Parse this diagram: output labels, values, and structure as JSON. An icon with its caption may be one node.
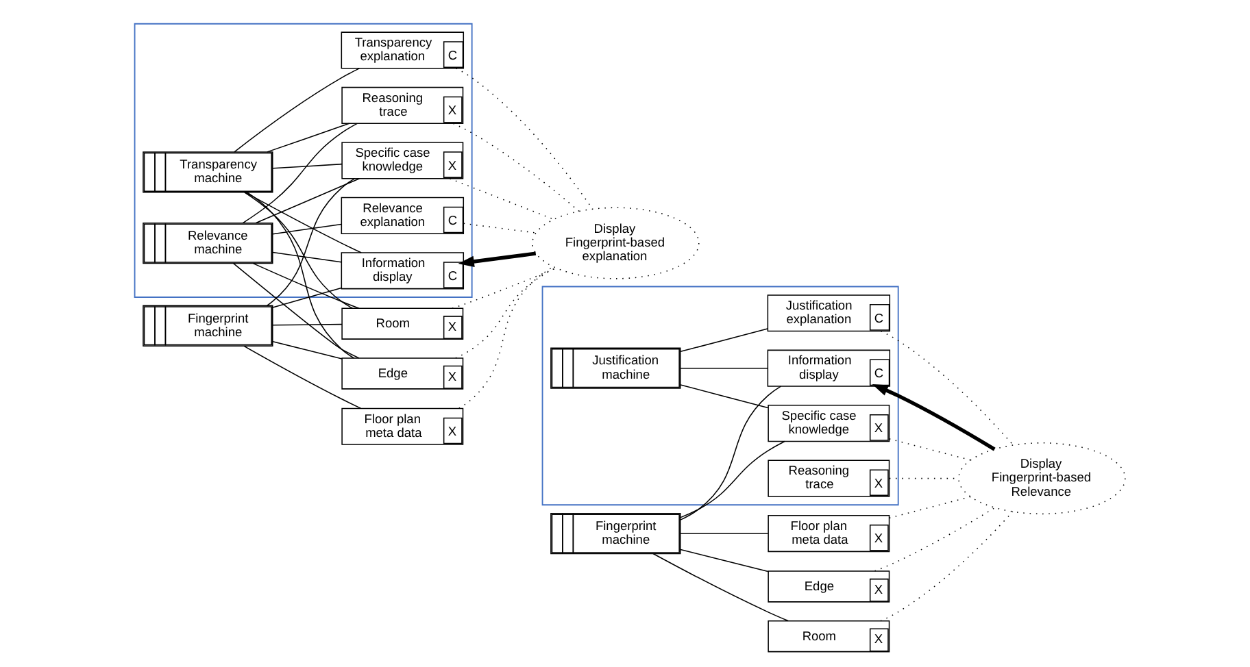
{
  "diagram": {
    "nodes": [
      {
        "text": [
          "Floor plan meta data",
          "X"
        ]
      },
      {
        "text": [
          "Fingerprint machine"
        ]
      },
      {
        "text": [
          "Room",
          "X"
        ]
      },
      {
        "text": [
          "Edge",
          "X"
        ]
      },
      {
        "text": [],
        "shape": "box"
      },
      {
        "text": [
          "Information display",
          "C"
        ],
        "in": 4
      },
      {
        "text": [
          "Specific case knowledge",
          "X"
        ],
        "in": 4
      },
      {
        "text": [
          "Relevance machine"
        ],
        "in": 4
      },
      {
        "text": [
          "Reasoning trace",
          "X"
        ],
        "in": 4
      },
      {
        "text": [
          "Transparency machine"
        ],
        "in": 4
      },
      {
        "text": [
          "Relevance explanation",
          "C"
        ],
        "in": 4
      },
      {
        "text": [
          "Transparency explanation",
          "C"
        ],
        "in": 4
      },
      {
        "text": [
          "Display Fingerprint-based explanation"
        ]
      },
      {
        "text": [
          "Floor plan meta data",
          "X"
        ]
      },
      {
        "text": [
          "Fingerprint machine"
        ]
      },
      {
        "text": [
          "Room",
          "X"
        ]
      },
      {
        "text": [
          "Edge",
          "X"
        ]
      },
      {
        "text": [],
        "shape": "box"
      },
      {
        "text": [
          "Information display",
          "C"
        ],
        "in": 17
      },
      {
        "text": [
          "Specific case knowledge",
          "X"
        ],
        "in": 17
      },
      {
        "text": [
          "Reasoning trace",
          "X"
        ],
        "in": 17
      },
      {
        "text": [
          "Justification machine"
        ],
        "in": 17
      },
      {
        "text": [
          "Justification explanation",
          "C"
        ],
        "in": 17
      },
      {
        "text": [
          "Display Fingerprint-based Relevance"
        ]
      }
    ],
    "edges": [
      {
        "from": 1,
        "to": 0,
        "arrow": "none"
      },
      {
        "from": 1,
        "to": 2,
        "arrow": "none"
      },
      {
        "from": 1,
        "to": 3,
        "arrow": "none"
      },
      {
        "from": 1,
        "to": 5,
        "arrow": "none"
      },
      {
        "from": 1,
        "to": 6,
        "arrow": "none"
      },
      {
        "from": 7,
        "to": 2,
        "arrow": "none"
      },
      {
        "from": 7,
        "to": 3,
        "arrow": "none"
      },
      {
        "from": 7,
        "to": 5,
        "arrow": "none"
      },
      {
        "from": 7,
        "to": 6,
        "arrow": "none"
      },
      {
        "from": 7,
        "to": 8,
        "arrow": "none"
      },
      {
        "from": 7,
        "to": 10,
        "arrow": "none"
      },
      {
        "from": 9,
        "to": 2,
        "arrow": "none"
      },
      {
        "from": 9,
        "to": 3,
        "arrow": "none"
      },
      {
        "from": 9,
        "to": 5,
        "arrow": "none"
      },
      {
        "from": 9,
        "to": 6,
        "arrow": "none"
      },
      {
        "from": 9,
        "to": 8,
        "arrow": "none"
      },
      {
        "from": 9,
        "to": 11,
        "arrow": "none"
      },
      {
        "from": 12,
        "to": 0,
        "arrow": "none",
        "style": "dashed"
      },
      {
        "from": 12,
        "to": 2,
        "arrow": "none",
        "style": "dashed"
      },
      {
        "from": 12,
        "to": 3,
        "arrow": "none",
        "style": "dashed"
      },
      {
        "from": 12,
        "to": 5,
        "arrow": "to",
        "style": "thick"
      },
      {
        "from": 12,
        "to": 6,
        "arrow": "none",
        "style": "dashed"
      },
      {
        "from": 12,
        "to": 8,
        "arrow": "none",
        "style": "dashed"
      },
      {
        "from": 12,
        "to": 10,
        "arrow": "none",
        "style": "dashed"
      },
      {
        "from": 12,
        "to": 11,
        "arrow": "none",
        "style": "dashed"
      },
      {
        "from": 14,
        "to": 13,
        "arrow": "none"
      },
      {
        "from": 14,
        "to": 15,
        "arrow": "none"
      },
      {
        "from": 14,
        "to": 16,
        "arrow": "none"
      },
      {
        "from": 14,
        "to": 18,
        "arrow": "none"
      },
      {
        "from": 14,
        "to": 19,
        "arrow": "none"
      },
      {
        "from": 21,
        "to": 18,
        "arrow": "none"
      },
      {
        "from": 21,
        "to": 19,
        "arrow": "none"
      },
      {
        "from": 21,
        "to": 22,
        "arrow": "none"
      },
      {
        "from": 23,
        "to": 13,
        "arrow": "none",
        "style": "dashed"
      },
      {
        "from": 23,
        "to": 15,
        "arrow": "none",
        "style": "dashed"
      },
      {
        "from": 23,
        "to": 16,
        "arrow": "none",
        "style": "dashed"
      },
      {
        "from": 23,
        "to": 18,
        "arrow": "to",
        "style": "thick"
      },
      {
        "from": 23,
        "to": 19,
        "arrow": "none",
        "style": "dashed"
      },
      {
        "from": 23,
        "to": 20,
        "arrow": "none",
        "style": "dashed"
      },
      {
        "from": 23,
        "to": 22,
        "arrow": "none",
        "style": "dashed"
      }
    ]
  }
}
